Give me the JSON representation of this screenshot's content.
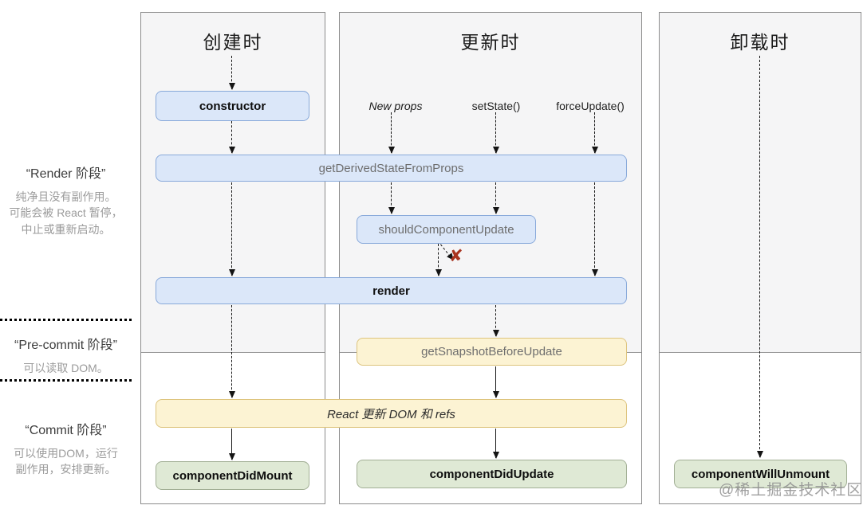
{
  "sidebar": {
    "phases": [
      {
        "title": "“Render 阶段”",
        "desc": "纯净且没有副作用。\n可能会被 React 暂停，\n中止或重新启动。"
      },
      {
        "title": "“Pre-commit 阶段”",
        "desc": "可以读取 DOM。"
      },
      {
        "title": "“Commit 阶段”",
        "desc": "可以使用DOM，运行\n副作用，安排更新。"
      }
    ]
  },
  "columns": [
    {
      "title": "创建时"
    },
    {
      "title": "更新时"
    },
    {
      "title": "卸载时"
    }
  ],
  "triggers": {
    "new_props": "New props",
    "set_state": "setState()",
    "force_update": "forceUpdate()"
  },
  "boxes": {
    "constructor": "constructor",
    "get_derived_state_from_props": "getDerivedStateFromProps",
    "should_component_update": "shouldComponentUpdate",
    "render": "render",
    "get_snapshot_before_update": "getSnapshotBeforeUpdate",
    "react_updates_dom": "React 更新 DOM 和 refs",
    "component_did_mount": "componentDidMount",
    "component_did_update": "componentDidUpdate",
    "component_will_unmount": "componentWillUnmount"
  },
  "marks": {
    "reject": "✘"
  },
  "watermark": "@稀土掘金技术社区",
  "colors": {
    "box_blue_bg": "#dbe7f9",
    "box_blue_border": "#88a9da",
    "box_yellow_bg": "#fcf3d3",
    "box_yellow_border": "#ddc47e",
    "box_green_bg": "#dfe9d5",
    "box_green_border": "#a2af95",
    "panel_bg": "#f5f5f6",
    "panel_border": "#8c8c8c",
    "reject_x": "#a9341f",
    "arrow": "#141414"
  }
}
